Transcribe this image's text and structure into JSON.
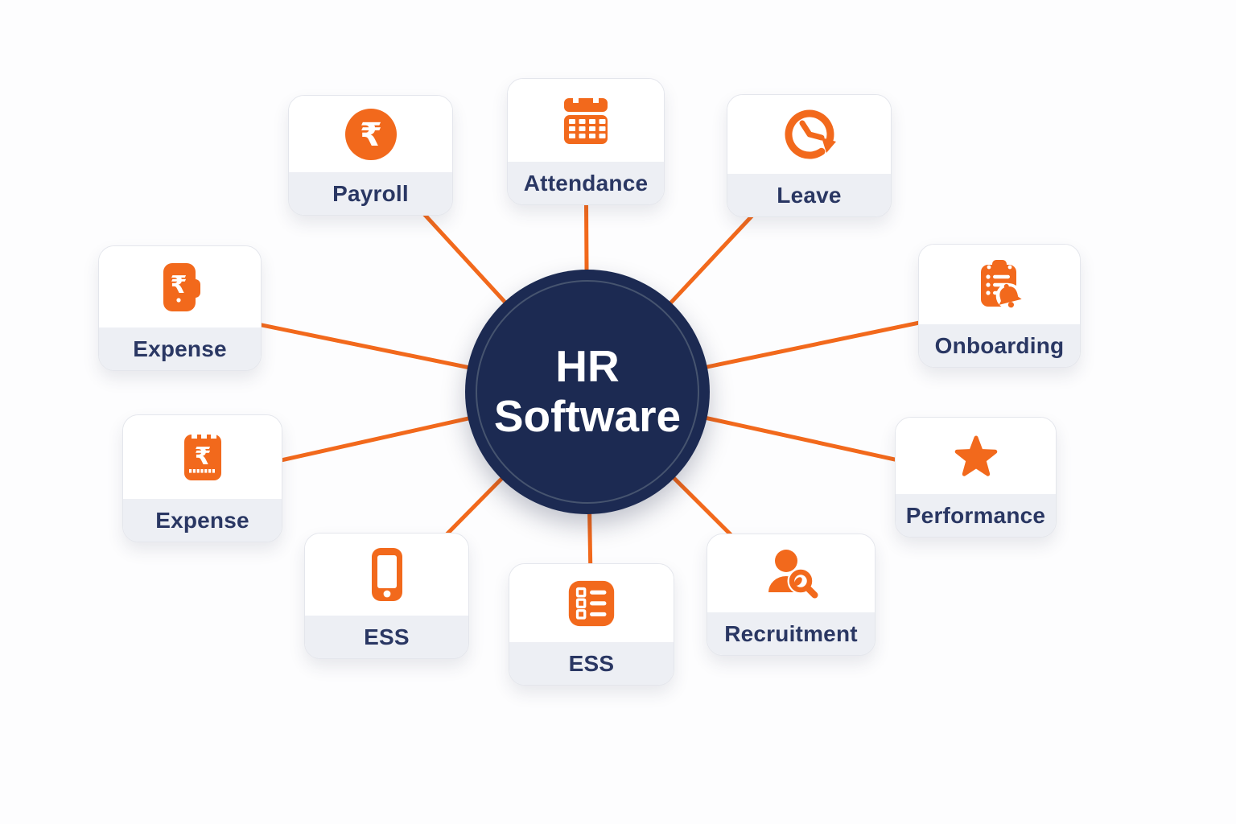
{
  "center": {
    "label_line1": "HR",
    "label_line2": "Software"
  },
  "glyphs": {
    "rupee": "₹"
  },
  "cards": [
    {
      "id": "payroll",
      "label": "Payroll",
      "icon": "rupee-coin-icon"
    },
    {
      "id": "attendance",
      "label": "Attendance",
      "icon": "calendar-icon"
    },
    {
      "id": "leave",
      "label": "Leave",
      "icon": "clock-arrow-icon"
    },
    {
      "id": "onboarding",
      "label": "Onboarding",
      "icon": "clipboard-bell-icon"
    },
    {
      "id": "performance",
      "label": "Performance",
      "icon": "star-icon"
    },
    {
      "id": "recruitment",
      "label": "Recruitment",
      "icon": "person-search-icon"
    },
    {
      "id": "ess-bottom",
      "label": "ESS",
      "icon": "checklist-icon"
    },
    {
      "id": "ess-left",
      "label": "ESS",
      "icon": "smartphone-icon"
    },
    {
      "id": "expense-lower",
      "label": "Expense",
      "icon": "receipt-rupee-icon"
    },
    {
      "id": "expense-upper",
      "label": "Expense",
      "icon": "wallet-rupee-icon"
    }
  ],
  "colors": {
    "accent_orange": "#F2691C",
    "hub_navy": "#1C2A52",
    "hub_ring": "#46546F",
    "label_text": "#2A3763",
    "label_strip": "#EDEFF4",
    "background": "#FDFDFE"
  }
}
